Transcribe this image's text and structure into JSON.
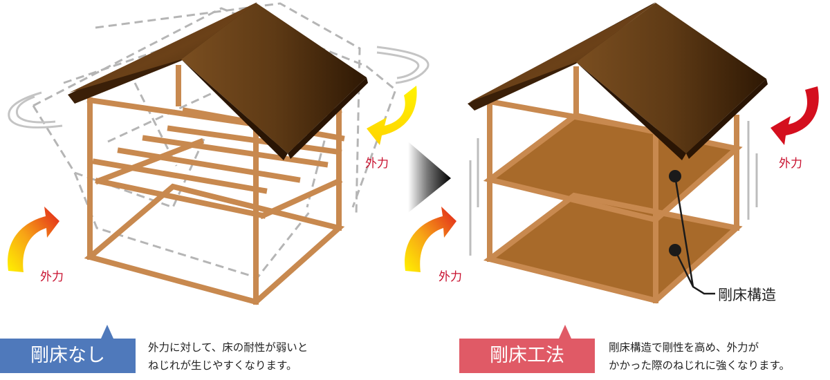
{
  "left_panel": {
    "force_label_top": "外力",
    "force_label_bottom": "外力",
    "badge": "剛床なし",
    "caption_line1": "外力に対して、床の耐性が弱いと",
    "caption_line2": "ねじれが生じやすくなります。"
  },
  "right_panel": {
    "force_label_top": "外力",
    "force_label_bottom": "外力",
    "callout": "剛床構造",
    "badge": "剛床工法",
    "caption_line1": "剛床構造で剛性を高め、外力が",
    "caption_line2": "かかった際のねじれに強くなります。"
  },
  "colors": {
    "frame": "#c8894f",
    "floor": "#a86a2a",
    "roof": "#4a2a0e",
    "badge_left": "#4f79bb",
    "badge_right": "#e05a66",
    "force_text": "#c8102e",
    "arrow_red": "#d40f1e",
    "arrow_yellow": "#ffe400"
  }
}
